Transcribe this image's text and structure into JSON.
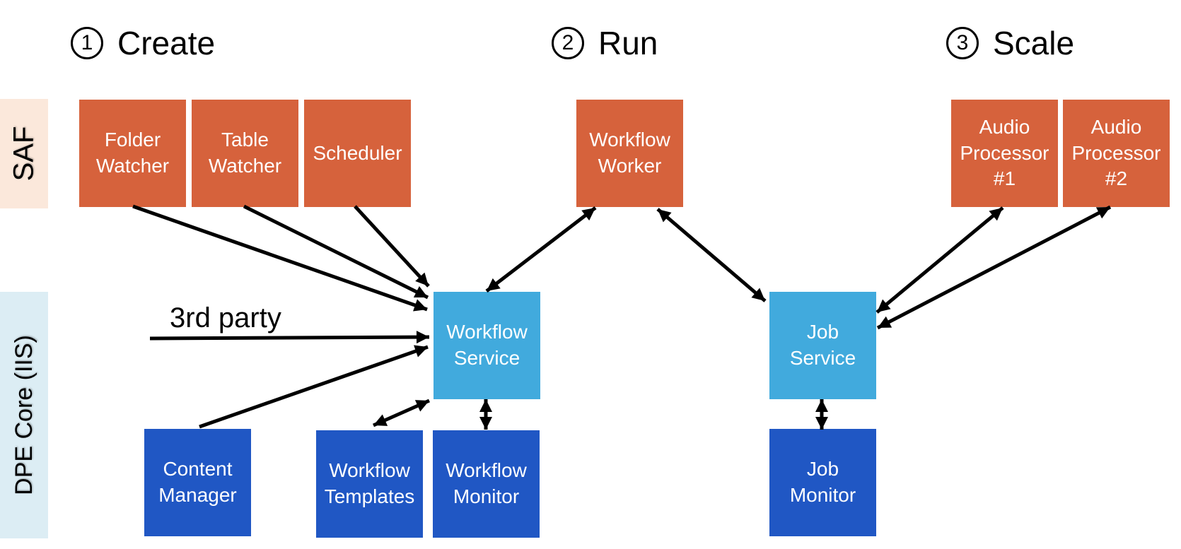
{
  "phases": [
    {
      "number": "1",
      "label": "Create"
    },
    {
      "number": "2",
      "label": "Run"
    },
    {
      "number": "3",
      "label": "Scale"
    }
  ],
  "lanes": [
    {
      "label": "SAF"
    },
    {
      "label": "DPE Core (IIS)"
    }
  ],
  "labels": {
    "third_party": "3rd party"
  },
  "nodes": {
    "folder_watcher": {
      "label": "Folder\nWatcher"
    },
    "table_watcher": {
      "label": "Table\nWatcher"
    },
    "scheduler": {
      "label": "Scheduler"
    },
    "workflow_worker": {
      "label": "Workflow\nWorker"
    },
    "audio_processor_1": {
      "label": "Audio\nProcessor\n#1"
    },
    "audio_processor_2": {
      "label": "Audio\nProcessor\n#2"
    },
    "workflow_service": {
      "label": "Workflow\nService"
    },
    "job_service": {
      "label": "Job\nService"
    },
    "content_manager": {
      "label": "Content\nManager"
    },
    "workflow_templates": {
      "label": "Workflow\nTemplates"
    },
    "workflow_monitor": {
      "label": "Workflow\nMonitor"
    },
    "job_monitor": {
      "label": "Job\nMonitor"
    }
  },
  "colors": {
    "producer_orange": "#D6623C",
    "service_light_blue": "#41AADD",
    "store_dark_blue": "#2057C4",
    "saf_lane_bg": "#FBE8DB",
    "dpe_lane_bg": "#DCEDF4",
    "arrow_black": "#000000"
  },
  "connections": [
    {
      "from": "Folder Watcher",
      "to": "Workflow Service",
      "bidirectional": false
    },
    {
      "from": "Table Watcher",
      "to": "Workflow Service",
      "bidirectional": false
    },
    {
      "from": "Scheduler",
      "to": "Workflow Service",
      "bidirectional": false
    },
    {
      "from": "3rd party",
      "to": "Workflow Service",
      "bidirectional": false
    },
    {
      "from": "Content Manager",
      "to": "Workflow Service",
      "bidirectional": false
    },
    {
      "from": "Workflow Service",
      "to": "Workflow Worker",
      "bidirectional": true
    },
    {
      "from": "Workflow Worker",
      "to": "Job Service",
      "bidirectional": true
    },
    {
      "from": "Job Service",
      "to": "Audio Processor #1",
      "bidirectional": true
    },
    {
      "from": "Job Service",
      "to": "Audio Processor #2",
      "bidirectional": true
    },
    {
      "from": "Workflow Service",
      "to": "Workflow Templates",
      "bidirectional": true
    },
    {
      "from": "Workflow Service",
      "to": "Workflow Monitor",
      "bidirectional": true
    },
    {
      "from": "Job Service",
      "to": "Job Monitor",
      "bidirectional": true
    }
  ]
}
